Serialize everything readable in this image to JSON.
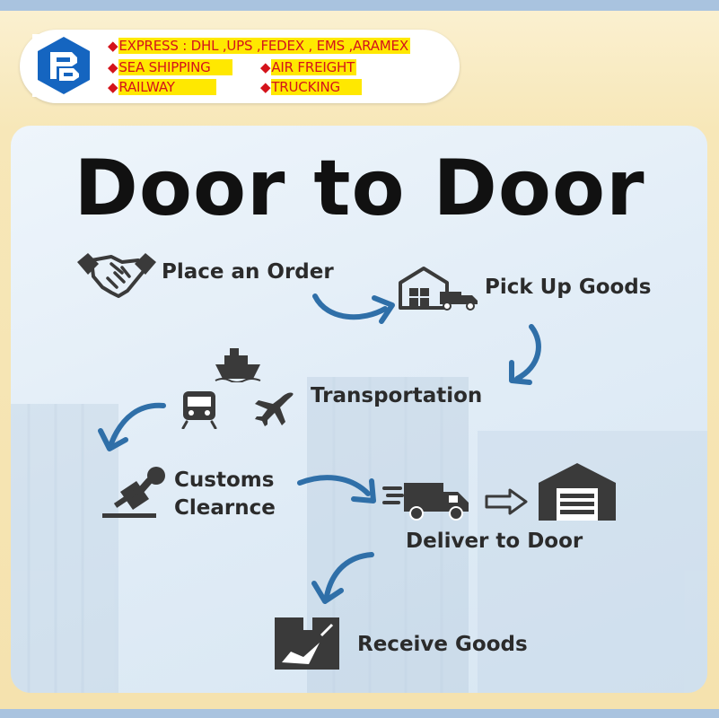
{
  "header": {
    "services": [
      {
        "label": "EXPRESS : DHL ,UPS ,FEDEX , EMS ,ARAMEX"
      },
      {
        "label": "SEA SHIPPING"
      },
      {
        "label": "AIR  FREIGHT"
      },
      {
        "label": "RAILWAY"
      },
      {
        "label": "TRUCKING"
      }
    ],
    "bullet": "◆"
  },
  "title": "Door to Door",
  "steps": [
    {
      "label": "Place an Order",
      "icon": "handshake-icon"
    },
    {
      "label": "Pick Up Goods",
      "icon": "warehouse-truck-icon"
    },
    {
      "label": "Transportation",
      "icon": "ship-train-plane-icon"
    },
    {
      "label": "Customs",
      "label2": "Clearnce",
      "icon": "stamp-icon"
    },
    {
      "label": "Deliver to Door",
      "icon": "delivery-truck-icon"
    },
    {
      "label": "Receive Goods",
      "icon": "box-icon"
    }
  ],
  "colors": {
    "accent_blue": "#2f6fa8",
    "icon_dark": "#3a3a3a",
    "service_red": "#d4131b",
    "service_highlight": "#ffe800",
    "logo_blue": "#1565c0"
  }
}
